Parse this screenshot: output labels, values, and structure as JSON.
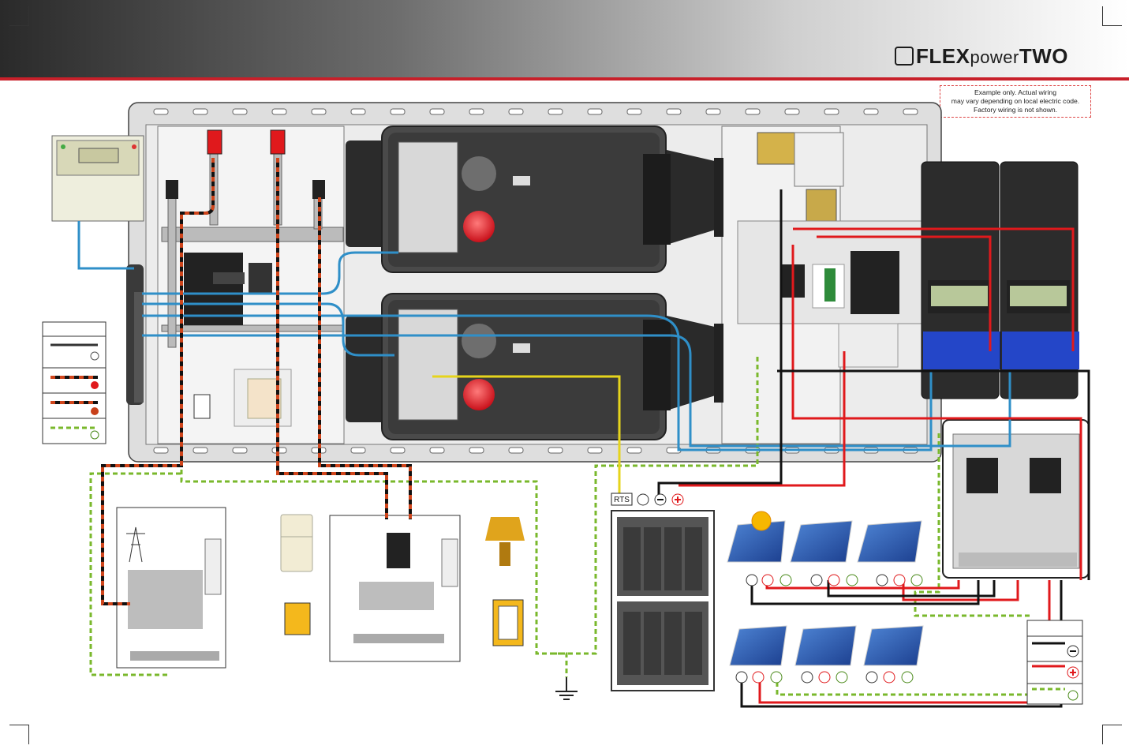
{
  "header": {
    "brand_prefix": "FLEX",
    "brand_mid": "power",
    "brand_suffix": "TWO"
  },
  "note": {
    "line1": "Example only.  Actual wiring",
    "line2": "may vary depending on local electric code.",
    "line3": "Factory wiring is not shown."
  },
  "labels": {
    "rts": "RTS"
  },
  "colors": {
    "header_accent": "#c8202a",
    "dc_positive": "#e0191c",
    "dc_negative": "#111111",
    "ground": "#7ab82c",
    "communication": "#2f8fc8",
    "ac_hot_stripe": "#d0451b"
  }
}
